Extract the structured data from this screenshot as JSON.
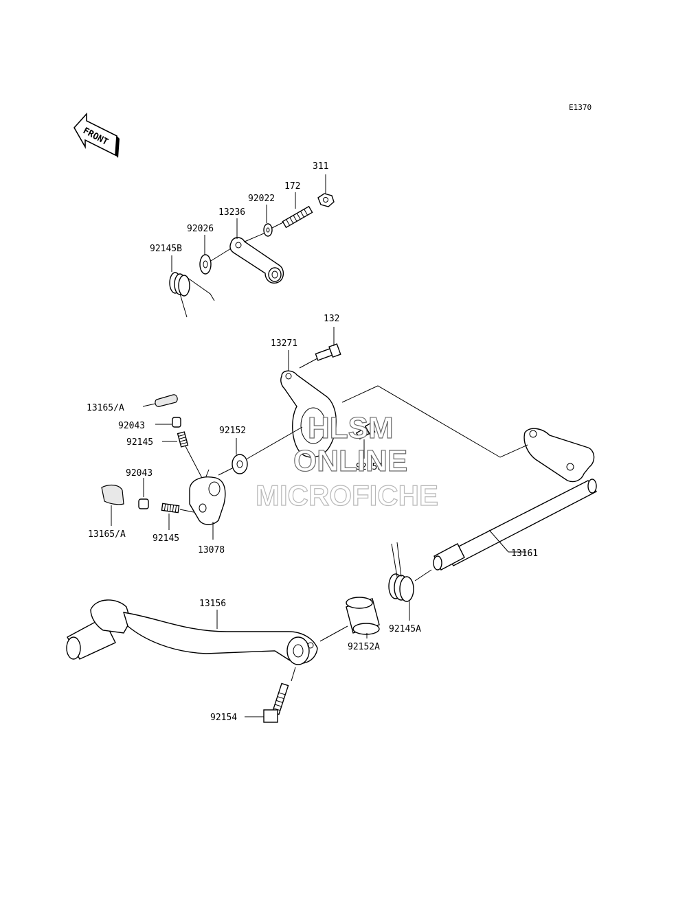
{
  "diagram": {
    "code": "E1370",
    "front_arrow_label": "FRONT",
    "watermark": {
      "line1": "HLSM",
      "line2": "ONLINE",
      "line3": "MICROFICHE"
    },
    "parts": [
      {
        "id": "311",
        "label": "311"
      },
      {
        "id": "172",
        "label": "172"
      },
      {
        "id": "92022",
        "label": "92022"
      },
      {
        "id": "13236",
        "label": "13236"
      },
      {
        "id": "92026",
        "label": "92026"
      },
      {
        "id": "92145B",
        "label": "92145B"
      },
      {
        "id": "132",
        "label": "132"
      },
      {
        "id": "13271",
        "label": "13271"
      },
      {
        "id": "13165A_top",
        "label": "13165/A"
      },
      {
        "id": "92043_top",
        "label": "92043"
      },
      {
        "id": "92145_top",
        "label": "92145"
      },
      {
        "id": "92152",
        "label": "92152"
      },
      {
        "id": "92153",
        "label": "92153"
      },
      {
        "id": "92043_bottom",
        "label": "92043"
      },
      {
        "id": "13165A_bottom",
        "label": "13165/A"
      },
      {
        "id": "92145_bottom",
        "label": "92145"
      },
      {
        "id": "13078",
        "label": "13078"
      },
      {
        "id": "13161",
        "label": "13161"
      },
      {
        "id": "13156",
        "label": "13156"
      },
      {
        "id": "92145A",
        "label": "92145A"
      },
      {
        "id": "92152A",
        "label": "92152A"
      },
      {
        "id": "92154",
        "label": "92154"
      }
    ]
  }
}
